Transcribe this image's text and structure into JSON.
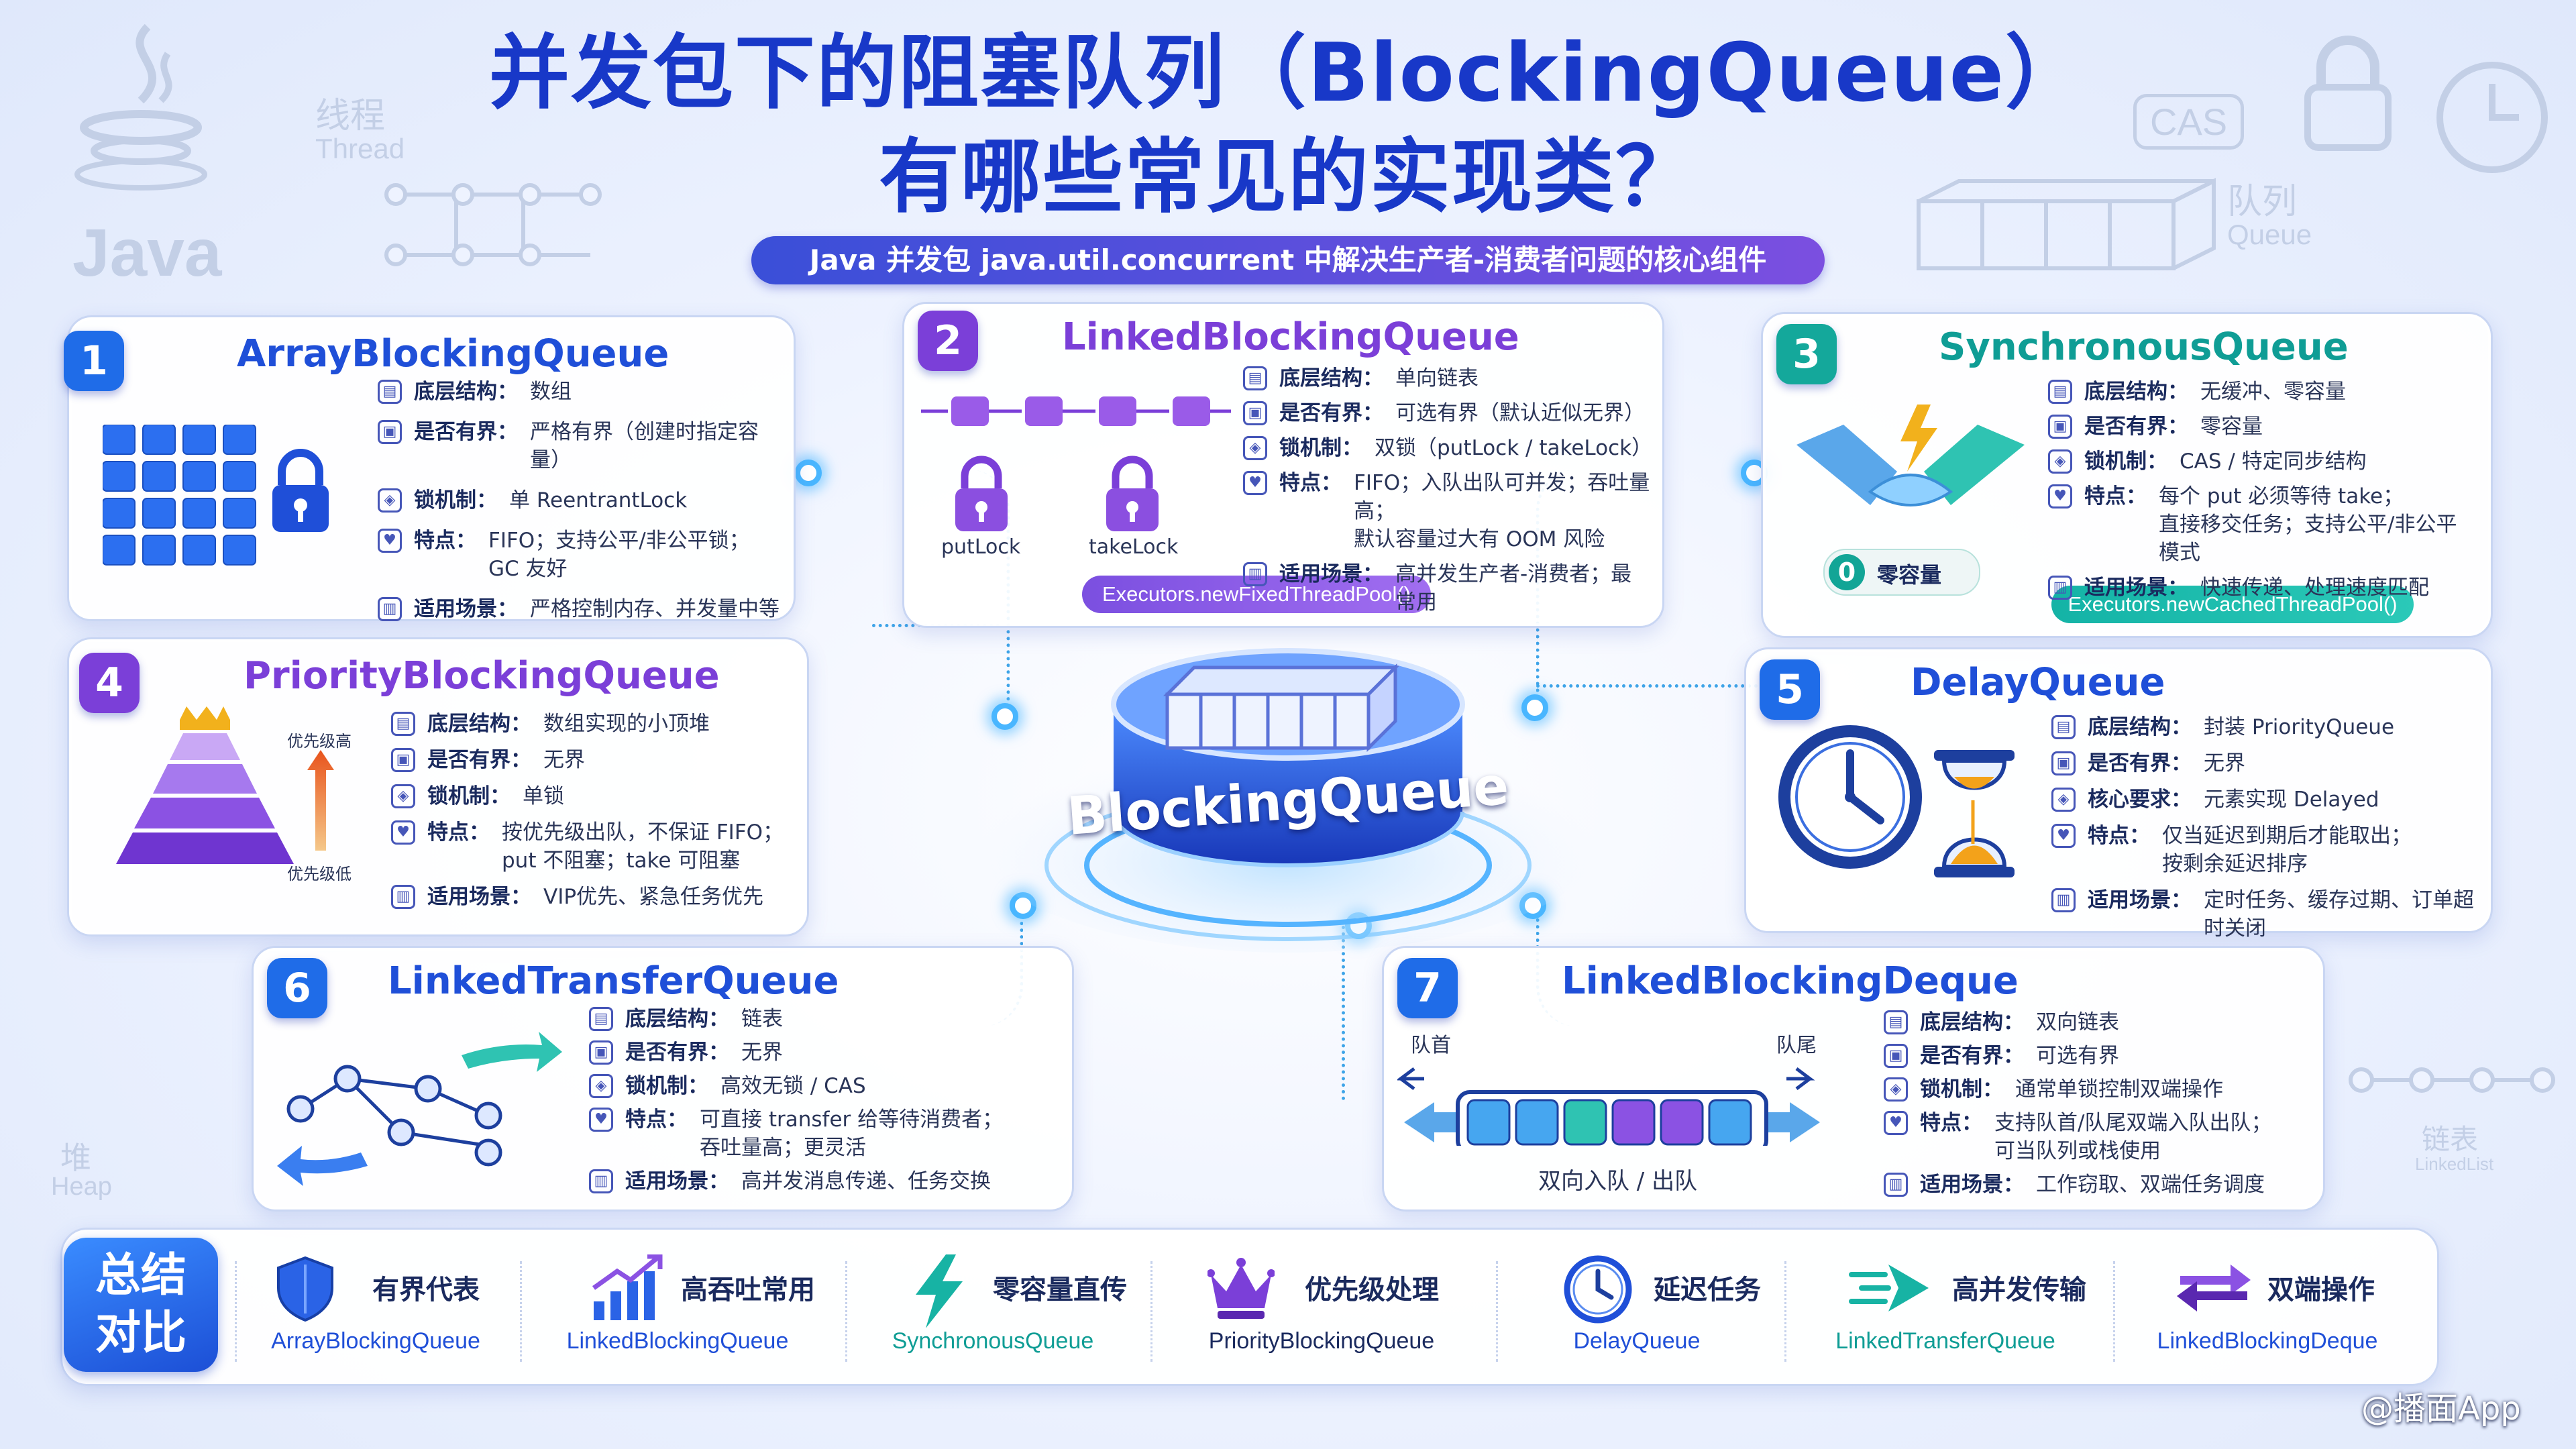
{
  "title_line1": "并发包下的阻塞队列（BlockingQueue）",
  "title_line2": "有哪些常见的实现类？",
  "subtitle": "Java 并发包 java.util.concurrent 中解决生产者-消费者问题的核心组件",
  "center_label": "BlockingQueue",
  "deco": {
    "java": "Java",
    "thread_cn": "线程",
    "thread_en": "Thread",
    "cas": "CAS",
    "queue_cn": "队列",
    "queue_en": "Queue",
    "heap_cn": "堆",
    "heap_en": "Heap",
    "linkedlist_cn": "链表",
    "linkedlist_en": "LinkedList"
  },
  "cards": [
    {
      "num": "1",
      "name": "ArrayBlockingQueue",
      "color": "#1f4fd8",
      "props": [
        {
          "k": "底层结构：",
          "v": "数组"
        },
        {
          "k": "是否有界：",
          "v": "严格有界（创建时指定容量）"
        },
        {
          "k": "锁机制：",
          "v": "单 ReentrantLock"
        },
        {
          "k": "特点：",
          "v": "FIFO；支持公平/非公平锁；GC 友好"
        },
        {
          "k": "适用场景：",
          "v": "严格控制内存、并发量中等"
        }
      ]
    },
    {
      "num": "2",
      "name": "LinkedBlockingQueue",
      "color": "#7b3fd8",
      "props": [
        {
          "k": "底层结构：",
          "v": "单向链表"
        },
        {
          "k": "是否有界：",
          "v": "可选有界（默认近似无界）"
        },
        {
          "k": "锁机制：",
          "v": "双锁（putLock / takeLock）"
        },
        {
          "k": "特点：",
          "v": "FIFO；入队出队可并发；吞吐量高；\n默认容量过大有 OOM 风险"
        },
        {
          "k": "适用场景：",
          "v": "高并发生产者-消费者；最常用"
        }
      ],
      "lock1": "putLock",
      "lock2": "takeLock",
      "pill": "Executors.newFixedThreadPool()"
    },
    {
      "num": "3",
      "name": "SynchronousQueue",
      "color": "#0f9d95",
      "props": [
        {
          "k": "底层结构：",
          "v": "无缓冲、零容量"
        },
        {
          "k": "是否有界：",
          "v": "零容量"
        },
        {
          "k": "锁机制：",
          "v": "CAS / 特定同步结构"
        },
        {
          "k": "特点：",
          "v": "每个 put 必须等待 take；\n直接移交任务；支持公平/非公平模式"
        },
        {
          "k": "适用场景：",
          "v": "快速传递、处理速度匹配"
        }
      ],
      "zero_num": "0",
      "zero_label": "零容量",
      "pill": "Executors.newCachedThreadPool()"
    },
    {
      "num": "4",
      "name": "PriorityBlockingQueue",
      "color": "#7b3fd8",
      "props": [
        {
          "k": "底层结构：",
          "v": "数组实现的小顶堆"
        },
        {
          "k": "是否有界：",
          "v": "无界"
        },
        {
          "k": "锁机制：",
          "v": "单锁"
        },
        {
          "k": "特点：",
          "v": "按优先级出队，不保证 FIFO；\nput 不阻塞；take 可阻塞"
        },
        {
          "k": "适用场景：",
          "v": "VIP优先、紧急任务优先"
        }
      ],
      "high": "优先级高",
      "low": "优先级低"
    },
    {
      "num": "5",
      "name": "DelayQueue",
      "color": "#1f4fd8",
      "props": [
        {
          "k": "底层结构：",
          "v": "封装 PriorityQueue"
        },
        {
          "k": "是否有界：",
          "v": "无界"
        },
        {
          "k": "核心要求：",
          "v": "元素实现 Delayed"
        },
        {
          "k": "特点：",
          "v": "仅当延迟到期后才能取出；\n按剩余延迟排序"
        },
        {
          "k": "适用场景：",
          "v": "定时任务、缓存过期、订单超时关闭"
        }
      ]
    },
    {
      "num": "6",
      "name": "LinkedTransferQueue",
      "color": "#1f4fd8",
      "props": [
        {
          "k": "底层结构：",
          "v": "链表"
        },
        {
          "k": "是否有界：",
          "v": "无界"
        },
        {
          "k": "锁机制：",
          "v": "高效无锁 / CAS"
        },
        {
          "k": "特点：",
          "v": "可直接 transfer 给等待消费者；\n吞吐量高；更灵活"
        },
        {
          "k": "适用场景：",
          "v": "高并发消息传递、任务交换"
        }
      ]
    },
    {
      "num": "7",
      "name": "LinkedBlockingDeque",
      "color": "#1f4fd8",
      "props": [
        {
          "k": "底层结构：",
          "v": "双向链表"
        },
        {
          "k": "是否有界：",
          "v": "可选有界"
        },
        {
          "k": "锁机制：",
          "v": "通常单锁控制双端操作"
        },
        {
          "k": "特点：",
          "v": "支持队首/队尾双端入队出队；\n可当队列或栈使用"
        },
        {
          "k": "适用场景：",
          "v": "工作窃取、双端任务调度"
        }
      ],
      "head": "队首",
      "tail": "队尾",
      "caption": "双向入队 / 出队"
    }
  ],
  "summary": {
    "label": "总结\n对比",
    "items": [
      {
        "label": "有界代表",
        "cls": "ArrayBlockingQueue",
        "color": "#1f4fd8",
        "icon": "shield-icon"
      },
      {
        "label": "高吞吐常用",
        "cls": "LinkedBlockingQueue",
        "color": "#1f4fd8",
        "icon": "growth-chart-icon"
      },
      {
        "label": "零容量直传",
        "cls": "SynchronousQueue",
        "color": "#0f9d95",
        "icon": "lightning-icon"
      },
      {
        "label": "优先级处理",
        "cls": "PriorityBlockingQueue",
        "color": "#1a2a5e",
        "icon": "crown-icon"
      },
      {
        "label": "延迟任务",
        "cls": "DelayQueue",
        "color": "#1f4fd8",
        "icon": "clock-icon"
      },
      {
        "label": "高并发传输",
        "cls": "LinkedTransferQueue",
        "color": "#0f9d95",
        "icon": "fast-arrow-icon"
      },
      {
        "label": "双端操作",
        "cls": "LinkedBlockingDeque",
        "color": "#1f4fd8",
        "icon": "double-arrow-icon"
      }
    ]
  },
  "watermark": "@播面App"
}
